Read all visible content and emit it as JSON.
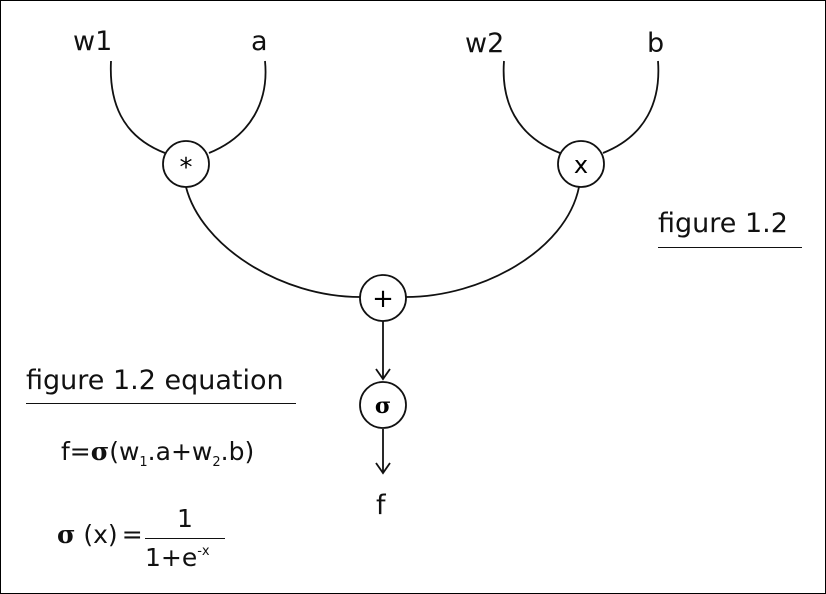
{
  "diagram": {
    "inputs": {
      "w1": "w1",
      "a": "a",
      "w2": "w2",
      "b": "b"
    },
    "nodes": {
      "multiply": "*",
      "cross": "x",
      "add": "+",
      "sigmoid": "σ"
    },
    "output": "f",
    "caption": "figure 1.2"
  },
  "equation_panel": {
    "heading": "figure 1.2 equation",
    "eq1": {
      "lhs": "f=",
      "sigma": "σ",
      "open": "(w",
      "sub1": "1",
      "mid": ".a+w",
      "sub2": "2",
      "close": ".b)"
    },
    "eq2": {
      "sigma": "σ",
      "arg": " (x)",
      "equals": "=",
      "numerator": "1",
      "denominator_base": "1+e",
      "denominator_exp": "-x"
    }
  }
}
